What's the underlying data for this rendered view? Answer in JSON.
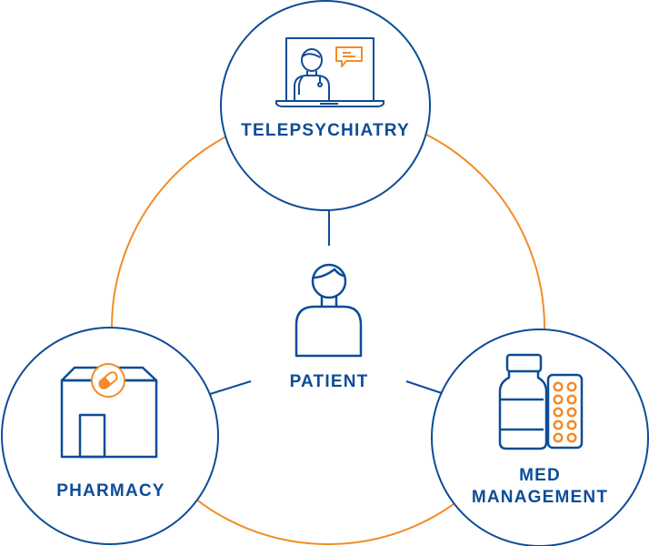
{
  "colors": {
    "primary": "#0d4c97",
    "accent": "#f28c28",
    "background": "#ffffff"
  },
  "center": {
    "label": "PATIENT",
    "icon": "person-icon"
  },
  "nodes": [
    {
      "id": "telepsychiatry",
      "label": "TELEPSYCHIATRY",
      "icon": "laptop-doctor-icon"
    },
    {
      "id": "pharmacy",
      "label": "PHARMACY",
      "icon": "pharmacy-store-icon"
    },
    {
      "id": "med-management",
      "label_line1": "MED",
      "label_line2": "MANAGEMENT",
      "icon": "pill-bottle-icon"
    }
  ]
}
